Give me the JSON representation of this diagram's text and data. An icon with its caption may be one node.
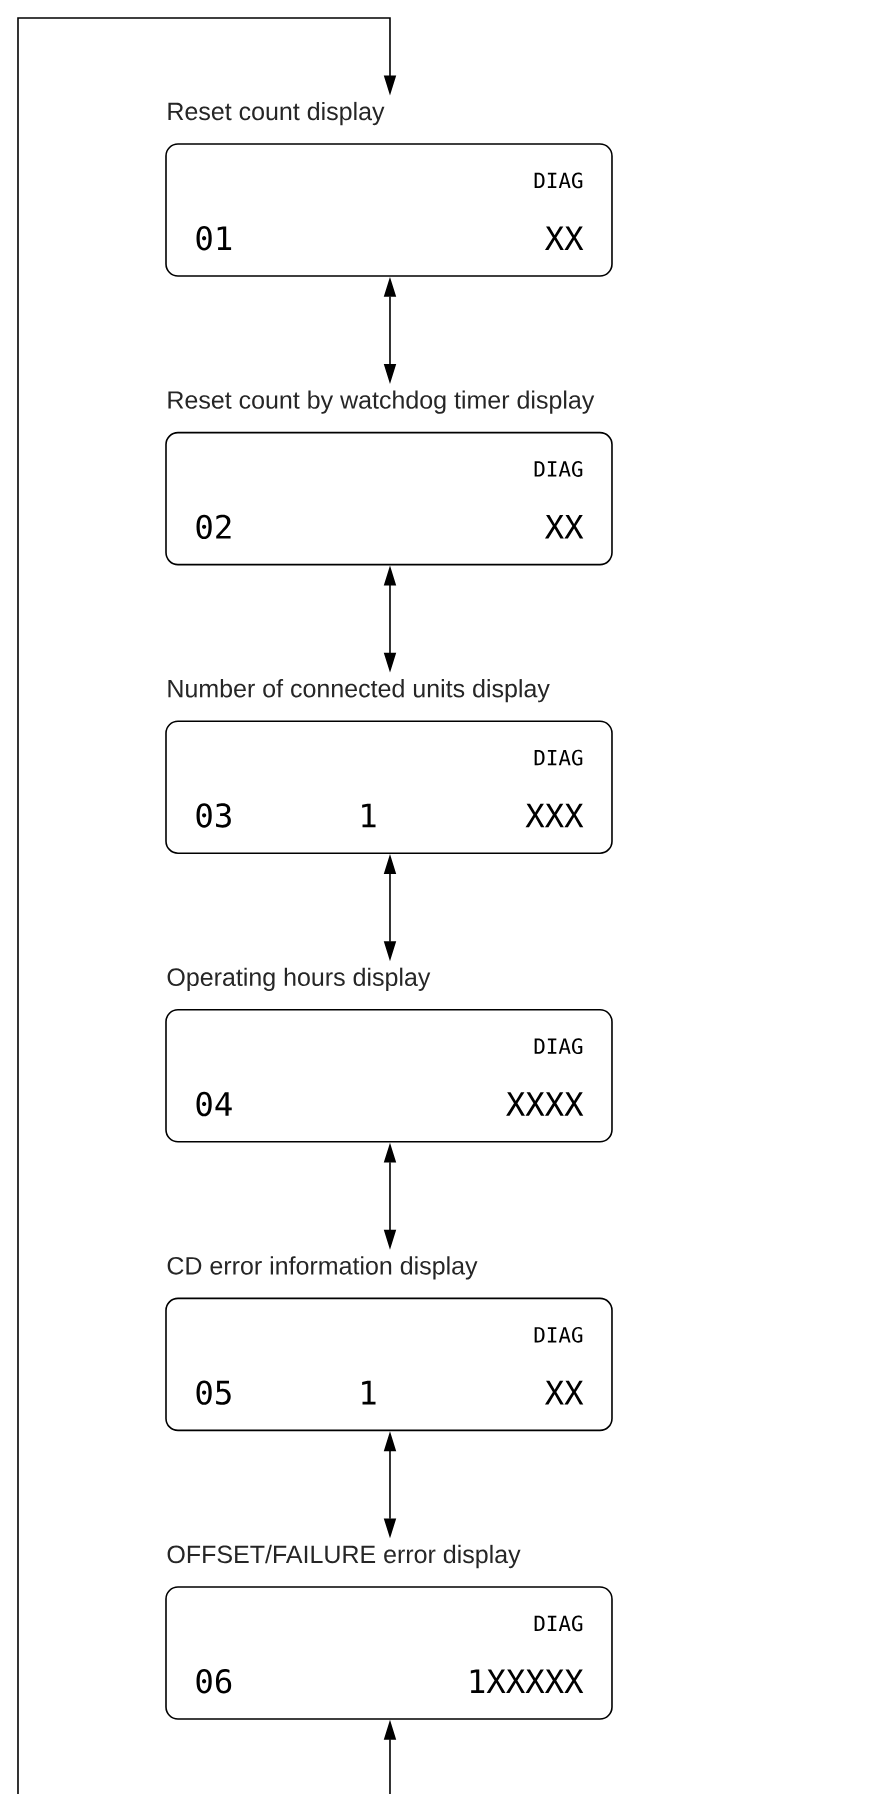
{
  "diagram": {
    "nodes": [
      {
        "text": [
          "Reset count display",
          "DIAG",
          "01",
          "XX"
        ]
      },
      {
        "text": [
          "Reset count by watchdog timer display",
          "DIAG",
          "02",
          "XX"
        ]
      },
      {
        "text": [
          "Number of connected units display",
          "DIAG",
          "03",
          "1",
          "XXX"
        ]
      },
      {
        "text": [
          "Operating hours display",
          "DIAG",
          "04",
          "XXXX"
        ]
      },
      {
        "text": [
          "CD error information display",
          "DIAG",
          "05",
          "1",
          "XX"
        ]
      },
      {
        "text": [
          "OFFSET/FAILURE error display",
          "DIAG",
          "06",
          "1XXXXX"
        ]
      }
    ],
    "edges": [
      {
        "from": null,
        "to": 0,
        "arrow": "to"
      },
      {
        "from": 0,
        "to": 1,
        "arrow": "both"
      },
      {
        "from": 1,
        "to": 2,
        "arrow": "both"
      },
      {
        "from": 2,
        "to": 3,
        "arrow": "both"
      },
      {
        "from": 3,
        "to": 4,
        "arrow": "both"
      },
      {
        "from": 4,
        "to": 5,
        "arrow": "both"
      },
      {
        "from": null,
        "to": 5,
        "arrow": "to"
      }
    ]
  }
}
